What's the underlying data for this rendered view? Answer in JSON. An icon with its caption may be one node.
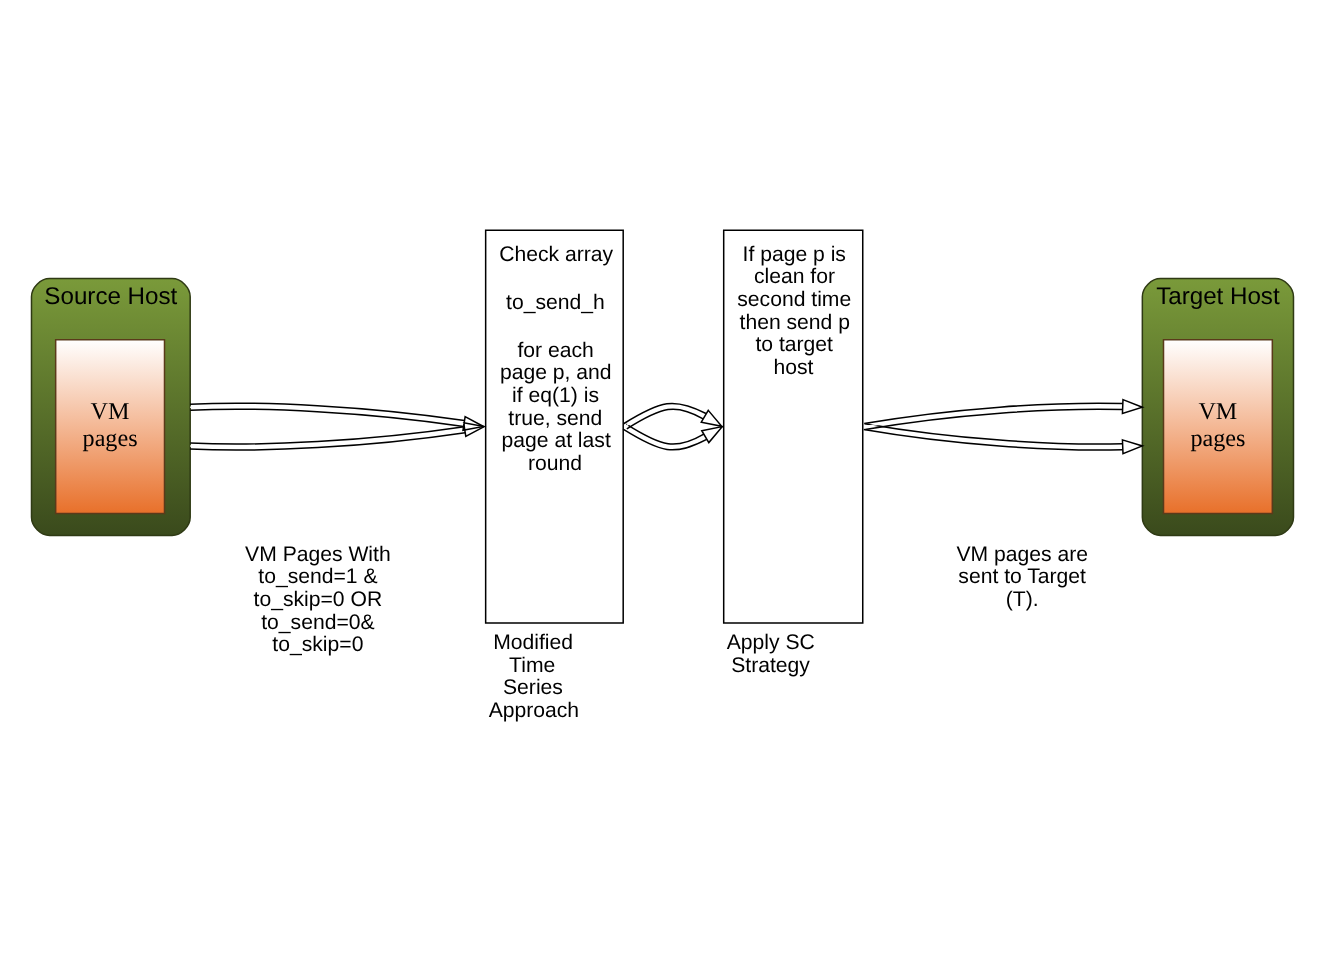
{
  "diagram": {
    "nodes": [
      {
        "text": [
          "Source Host"
        ]
      },
      {
        "text": [
          "VM pages"
        ],
        "in": 0
      },
      {
        "text": [
          "Check array",
          "to_send_h",
          "for each page p, and if eq(1) is true, send page at last round"
        ],
        "beside": [
          "Modified Time Series Approach"
        ]
      },
      {
        "text": [
          "If page p is clean for second time then send p to target host"
        ],
        "beside": [
          "Apply SC Strategy"
        ]
      },
      {
        "text": [
          "Target Host"
        ]
      },
      {
        "text": [
          "VM pages"
        ],
        "in": 4
      }
    ],
    "edges": [
      {
        "from": 0,
        "to": 2,
        "arrow": "to"
      },
      {
        "from": 0,
        "to": 2,
        "arrow": "to"
      },
      {
        "from": 2,
        "to": 3,
        "arrow": "to"
      },
      {
        "from": 2,
        "to": 3,
        "arrow": "to"
      },
      {
        "from": 3,
        "to": 4,
        "arrow": "to"
      },
      {
        "from": 3,
        "to": 4,
        "arrow": "to"
      }
    ],
    "labels": [
      "VM Pages With to_send=1 & to_skip=0 OR to_send=0& to_skip=0",
      "VM pages are sent to Target (T)."
    ]
  }
}
